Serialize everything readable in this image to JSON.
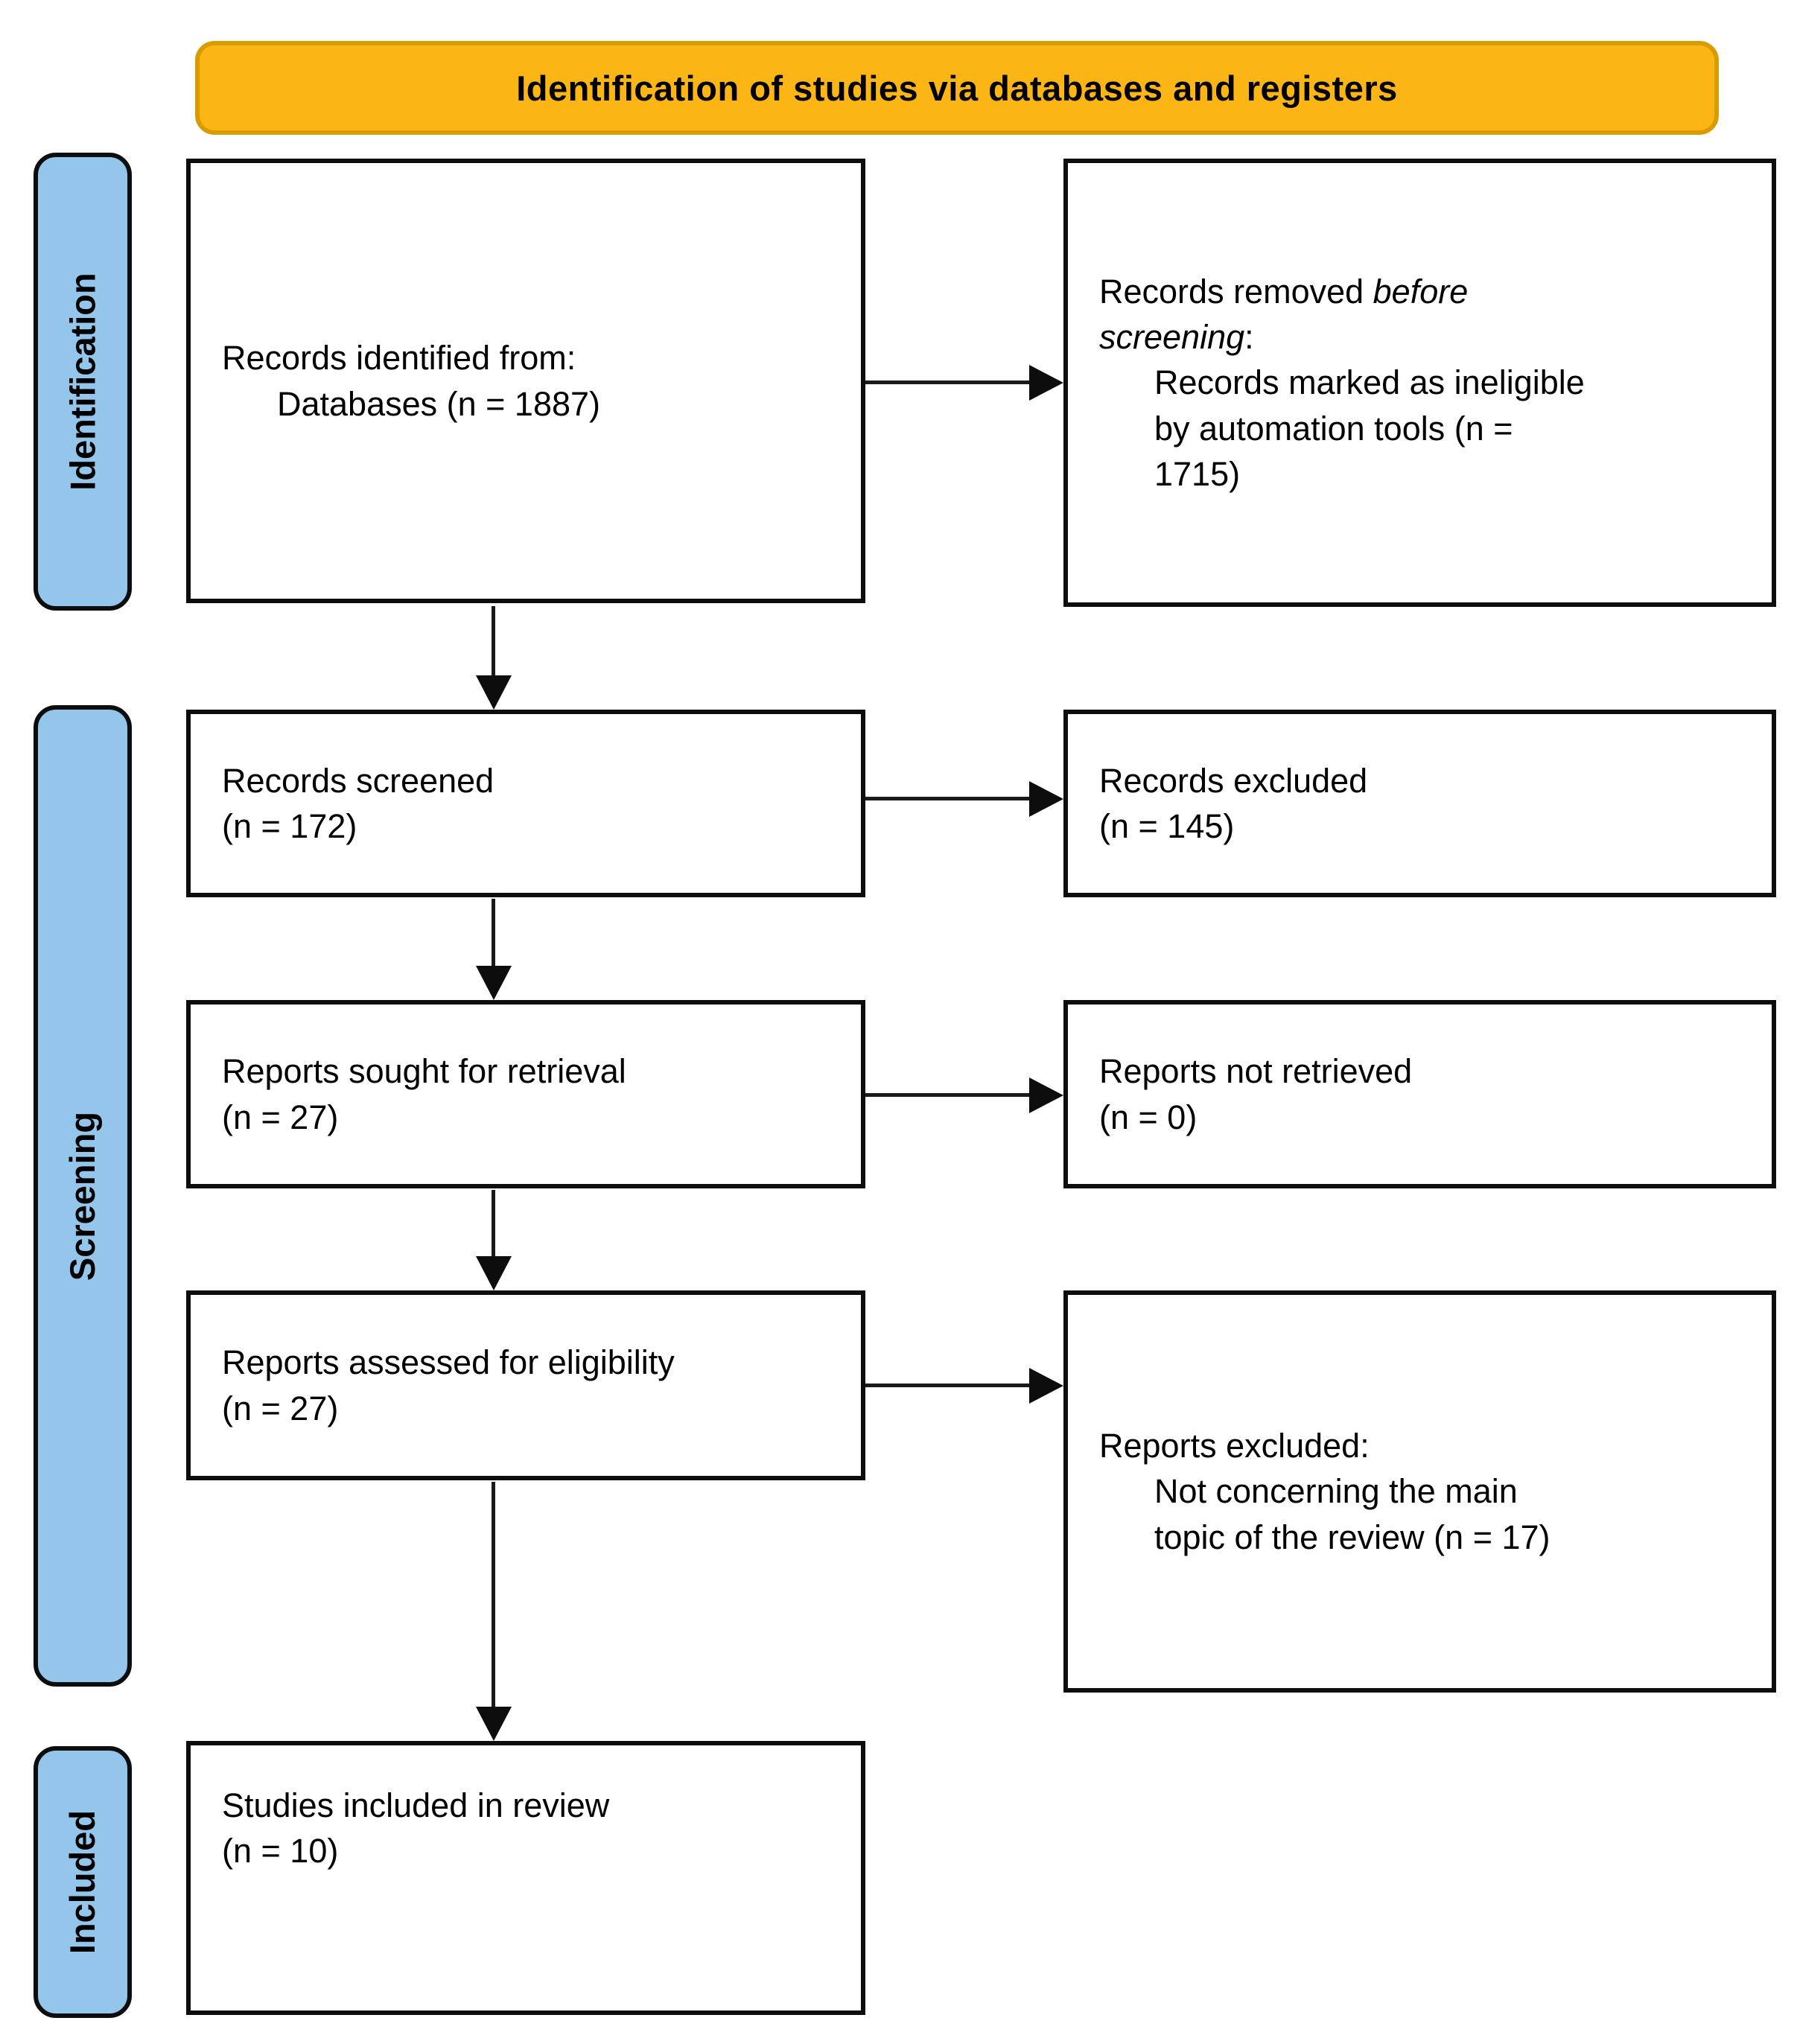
{
  "banner": {
    "title": "Identification of studies via databases and registers"
  },
  "stages": {
    "identification": "Identification",
    "screening": "Screening",
    "included": "Included"
  },
  "boxes": {
    "records_identified": {
      "title": "Records identified from:",
      "detail": "Databases (n = 1887)"
    },
    "records_removed": {
      "prefix": "Records removed ",
      "emphasis": "before\nscreening",
      "suffix": ":",
      "detail": "Records marked as ineligible\nby automation tools (n =\n1715)"
    },
    "records_screened": {
      "title": "Records screened\n(n = 172)"
    },
    "records_excluded": {
      "title": "Records excluded\n(n = 145)"
    },
    "reports_sought": {
      "title": "Reports sought for retrieval\n(n = 27)"
    },
    "reports_not_retrieved": {
      "title": "Reports not retrieved\n(n = 0)"
    },
    "reports_assessed": {
      "title": "Reports assessed for eligibility\n(n = 27)"
    },
    "reports_excluded": {
      "title": "Reports excluded:",
      "detail": "Not concerning the main\ntopic of the review (n = 17)"
    },
    "studies_included": {
      "title": "Studies included in review\n(n = 10)"
    }
  },
  "counts": {
    "identified_databases": 1887,
    "removed_by_automation": 1715,
    "screened": 172,
    "excluded_screening": 145,
    "sought_for_retrieval": 27,
    "not_retrieved": 0,
    "assessed_for_eligibility": 27,
    "excluded_not_main_topic": 17,
    "included_in_review": 10
  },
  "colors": {
    "banner_fill": "#FBB514",
    "banner_border": "#D89B00",
    "stage_fill": "#93C6EA"
  }
}
